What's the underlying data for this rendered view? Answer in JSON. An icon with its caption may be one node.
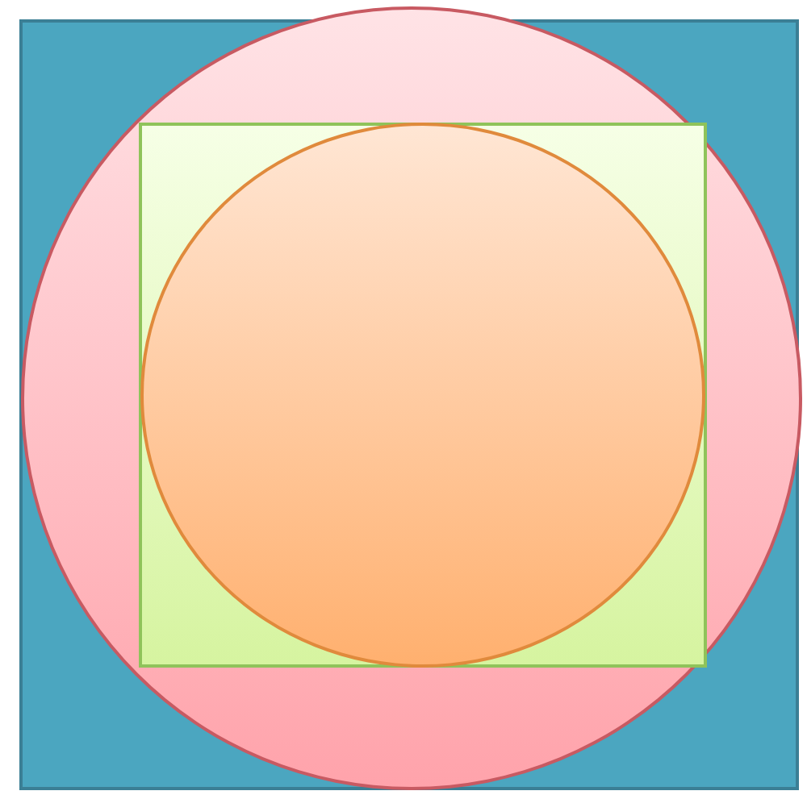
{
  "diagram": {
    "nodes": [
      {
        "text": [],
        "shape": "box"
      },
      {
        "text": [],
        "shape": "circle"
      },
      {
        "text": [],
        "shape": "box",
        "in": 0
      },
      {
        "text": [],
        "shape": "circle",
        "in": 2
      }
    ]
  }
}
